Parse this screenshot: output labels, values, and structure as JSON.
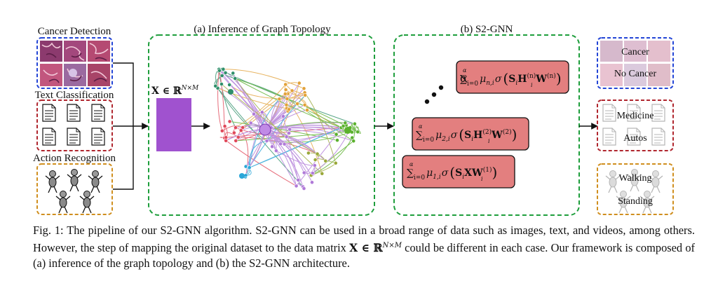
{
  "inputs": {
    "cancer_detection": "Cancer Detection",
    "text_classification": "Text Classification",
    "action_recognition": "Action Recognition"
  },
  "panel_a": {
    "title": "(a) Inference of Graph Topology",
    "matrix": "X ∈ ℝ",
    "matrix_sup": "N×M"
  },
  "panel_b": {
    "title": "(b) S2-GNN"
  },
  "gnn_layers": [
    {
      "sum_sup": "α",
      "sum_sub": "i=0",
      "mu_sub": "n,i",
      "sigma": "σ",
      "s_sub": "i",
      "middle": "H",
      "middle_sup": "(n)",
      "w_sub": "i",
      "w_sup": "(n)"
    },
    {
      "sum_sup": "α",
      "sum_sub": "i=0",
      "mu_sub": "2,i",
      "sigma": "σ",
      "s_sub": "i",
      "middle": "H",
      "middle_sup": "(2)",
      "w_sub": "i",
      "w_sup": "(2)"
    },
    {
      "sum_sup": "α",
      "sum_sub": "i=0",
      "mu_sub": "1,i",
      "sigma": "σ",
      "s_sub": "i",
      "middle": "X",
      "middle_sup": "",
      "w_sub": "i",
      "w_sup": "(1)"
    }
  ],
  "outputs": {
    "cancer": "Cancer",
    "no_cancer": "No Cancer",
    "medicine": "Medicine",
    "autos": "Autos",
    "walking": "Walking",
    "standing": "Standing"
  },
  "caption": {
    "part1": "Fig. 1: The pipeline of our S2-GNN algorithm. S2-GNN can be used in a broad range of data such as images, text, and videos, among others. However, the step of mapping the original dataset to the data matrix ",
    "math": "X ∈ ℝ",
    "math_sup": "N×M",
    "part2": " could be different in each case. Our framework is composed of (a) inference of the graph topology and (b) the S2-GNN architecture."
  },
  "colors": {
    "blue": "#2345d6",
    "red": "#b0262e",
    "orange": "#d08f1f",
    "green": "#1e9e3c",
    "purple": "#a052cf",
    "layer_fill": "#e37f7f"
  }
}
